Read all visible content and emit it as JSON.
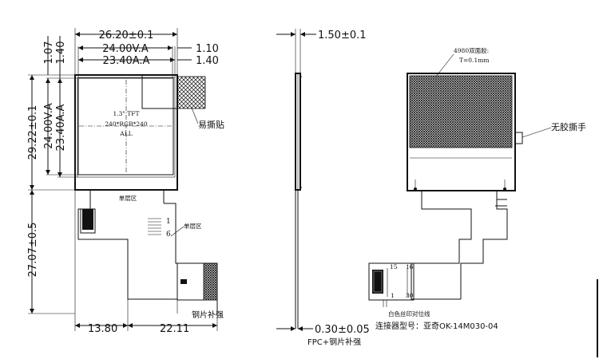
{
  "front_view": {
    "dim_outer_width": "26.20±0.1",
    "dim_va_width": "24.00V.A",
    "dim_aa_width": "23.40A.A",
    "dim_right_va_margin": "1.10",
    "dim_right_aa_margin": "1.40",
    "dim_top_outer": "1.07",
    "dim_top_inner": "1.40",
    "dim_outer_height": "29.22±0.1",
    "dim_va_height": "24.00V.A",
    "dim_aa_height": "23.40A.A",
    "dim_fpc_length": "27.07±0.5",
    "dim_bottom_left": "13.80",
    "dim_bottom_right": "22.11",
    "screen_size": "1.3\" TFT",
    "resolution": "240*RGB*240",
    "view_direction": "ALL",
    "pull_tab_label": "易撕贴",
    "single_layer_1": "单层区",
    "single_layer_2": "单层区",
    "pin_first": "1",
    "pin_last": "6",
    "stiffener_label": "钢片补强"
  },
  "side_view": {
    "dim_thickness": "1.50±0.1",
    "dim_fpc_thickness": "0.30±0.05",
    "fpc_stiffener_label": "FPC+钢片补强"
  },
  "back_view": {
    "tape_label": "4980双面胶:",
    "tape_thickness": "T=0.1mm",
    "no_glue_tab": "无胶撕手",
    "pin_16": "16",
    "pin_15": "15",
    "pin_1": "1",
    "pin_30": "30",
    "connector_note": "白色丝印对位线",
    "connector_model": "连接器型号：亚奇OK-14M030-04"
  }
}
